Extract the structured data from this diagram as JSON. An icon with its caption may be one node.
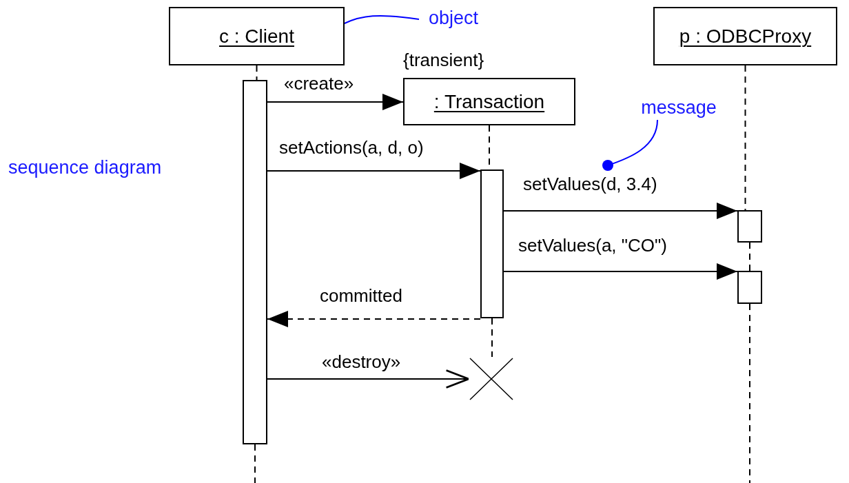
{
  "diagram": {
    "nodes": [
      {
        "text": [
          "c : Client"
        ]
      },
      {
        "text": [
          ": Transaction"
        ],
        "beside": [
          "{transient}"
        ]
      },
      {
        "text": [
          "p : ODBCProxy"
        ]
      },
      {
        "text": [],
        "shape": "bar"
      },
      {
        "text": [],
        "shape": "bar"
      },
      {
        "text": [],
        "shape": "bar"
      },
      {
        "text": [],
        "shape": "bar"
      },
      {
        "text": [],
        "shape": "cross"
      },
      {
        "text": [
          "object"
        ]
      },
      {
        "text": [
          "message"
        ]
      }
    ],
    "edges": [
      {
        "from": 0,
        "to": 3,
        "arrow": "none",
        "style": "dashed"
      },
      {
        "from": 3,
        "to": null,
        "arrow": "none",
        "style": "dashed"
      },
      {
        "from": 1,
        "to": 4,
        "arrow": "none",
        "style": "dashed"
      },
      {
        "from": 4,
        "to": 7,
        "arrow": "none",
        "style": "dashed"
      },
      {
        "from": 2,
        "to": 5,
        "arrow": "none",
        "style": "dashed"
      },
      {
        "from": 5,
        "to": 6,
        "arrow": "none",
        "style": "dashed"
      },
      {
        "from": 6,
        "to": null,
        "arrow": "none",
        "style": "dashed"
      },
      {
        "from": 3,
        "to": 1,
        "arrow": "to",
        "label": "«create»"
      },
      {
        "from": 3,
        "to": 4,
        "arrow": "to",
        "label": "setActions(a, d, o)"
      },
      {
        "from": 4,
        "to": 5,
        "arrow": "to",
        "label": "setValues(d, 3.4)"
      },
      {
        "from": 4,
        "to": 6,
        "arrow": "to",
        "label": "setValues(a, \"CO\")"
      },
      {
        "from": 4,
        "to": 3,
        "arrow": "to",
        "label": "committed",
        "style": "dashed"
      },
      {
        "from": 3,
        "to": 7,
        "arrow": "to",
        "label": "«destroy»"
      },
      {
        "from": 8,
        "to": 0,
        "arrow": "other",
        "color": "#0000ff"
      },
      {
        "from": 9,
        "to": null,
        "arrow": "other",
        "color": "#0000ff"
      }
    ],
    "labels": [
      "sequence diagram"
    ]
  }
}
